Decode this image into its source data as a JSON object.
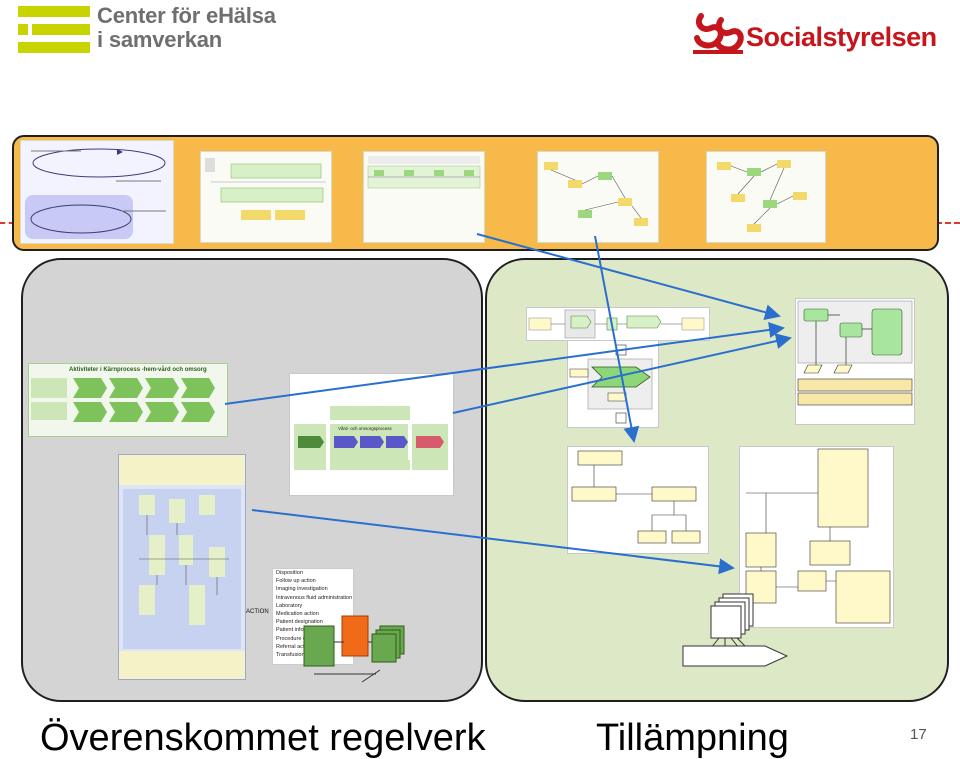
{
  "header": {
    "left_logo_line1": "Center för eHälsa",
    "left_logo_line2": "i samverkan",
    "right_logo_text": "Socialstyrelsen"
  },
  "left_section": {
    "caption": "Överenskommet regelverk",
    "activity_card_title": "Aktiviteter i Kärnprocess -hem-vård och omsorg",
    "process_card_title": "Vård- och omsorgsprocess",
    "action_list_label": "ACTION",
    "action_items": [
      "Disposition",
      "Follow up action",
      "Imaging investigation",
      "Intravenous fluid administration",
      "Laboratory",
      "Medication action",
      "Patient designation",
      "Patient information",
      "Procedure order",
      "Referral actions",
      "Transfusion"
    ]
  },
  "right_section": {
    "caption": "Tillämpning"
  },
  "page_number": "17",
  "colors": {
    "top_band": "#f6b94a",
    "left_panel": "#d4d4d4",
    "right_panel": "#dde8c6",
    "arrow": "#2a6fce",
    "logo_green": "#c8d400",
    "logo_red": "#c4161c"
  }
}
